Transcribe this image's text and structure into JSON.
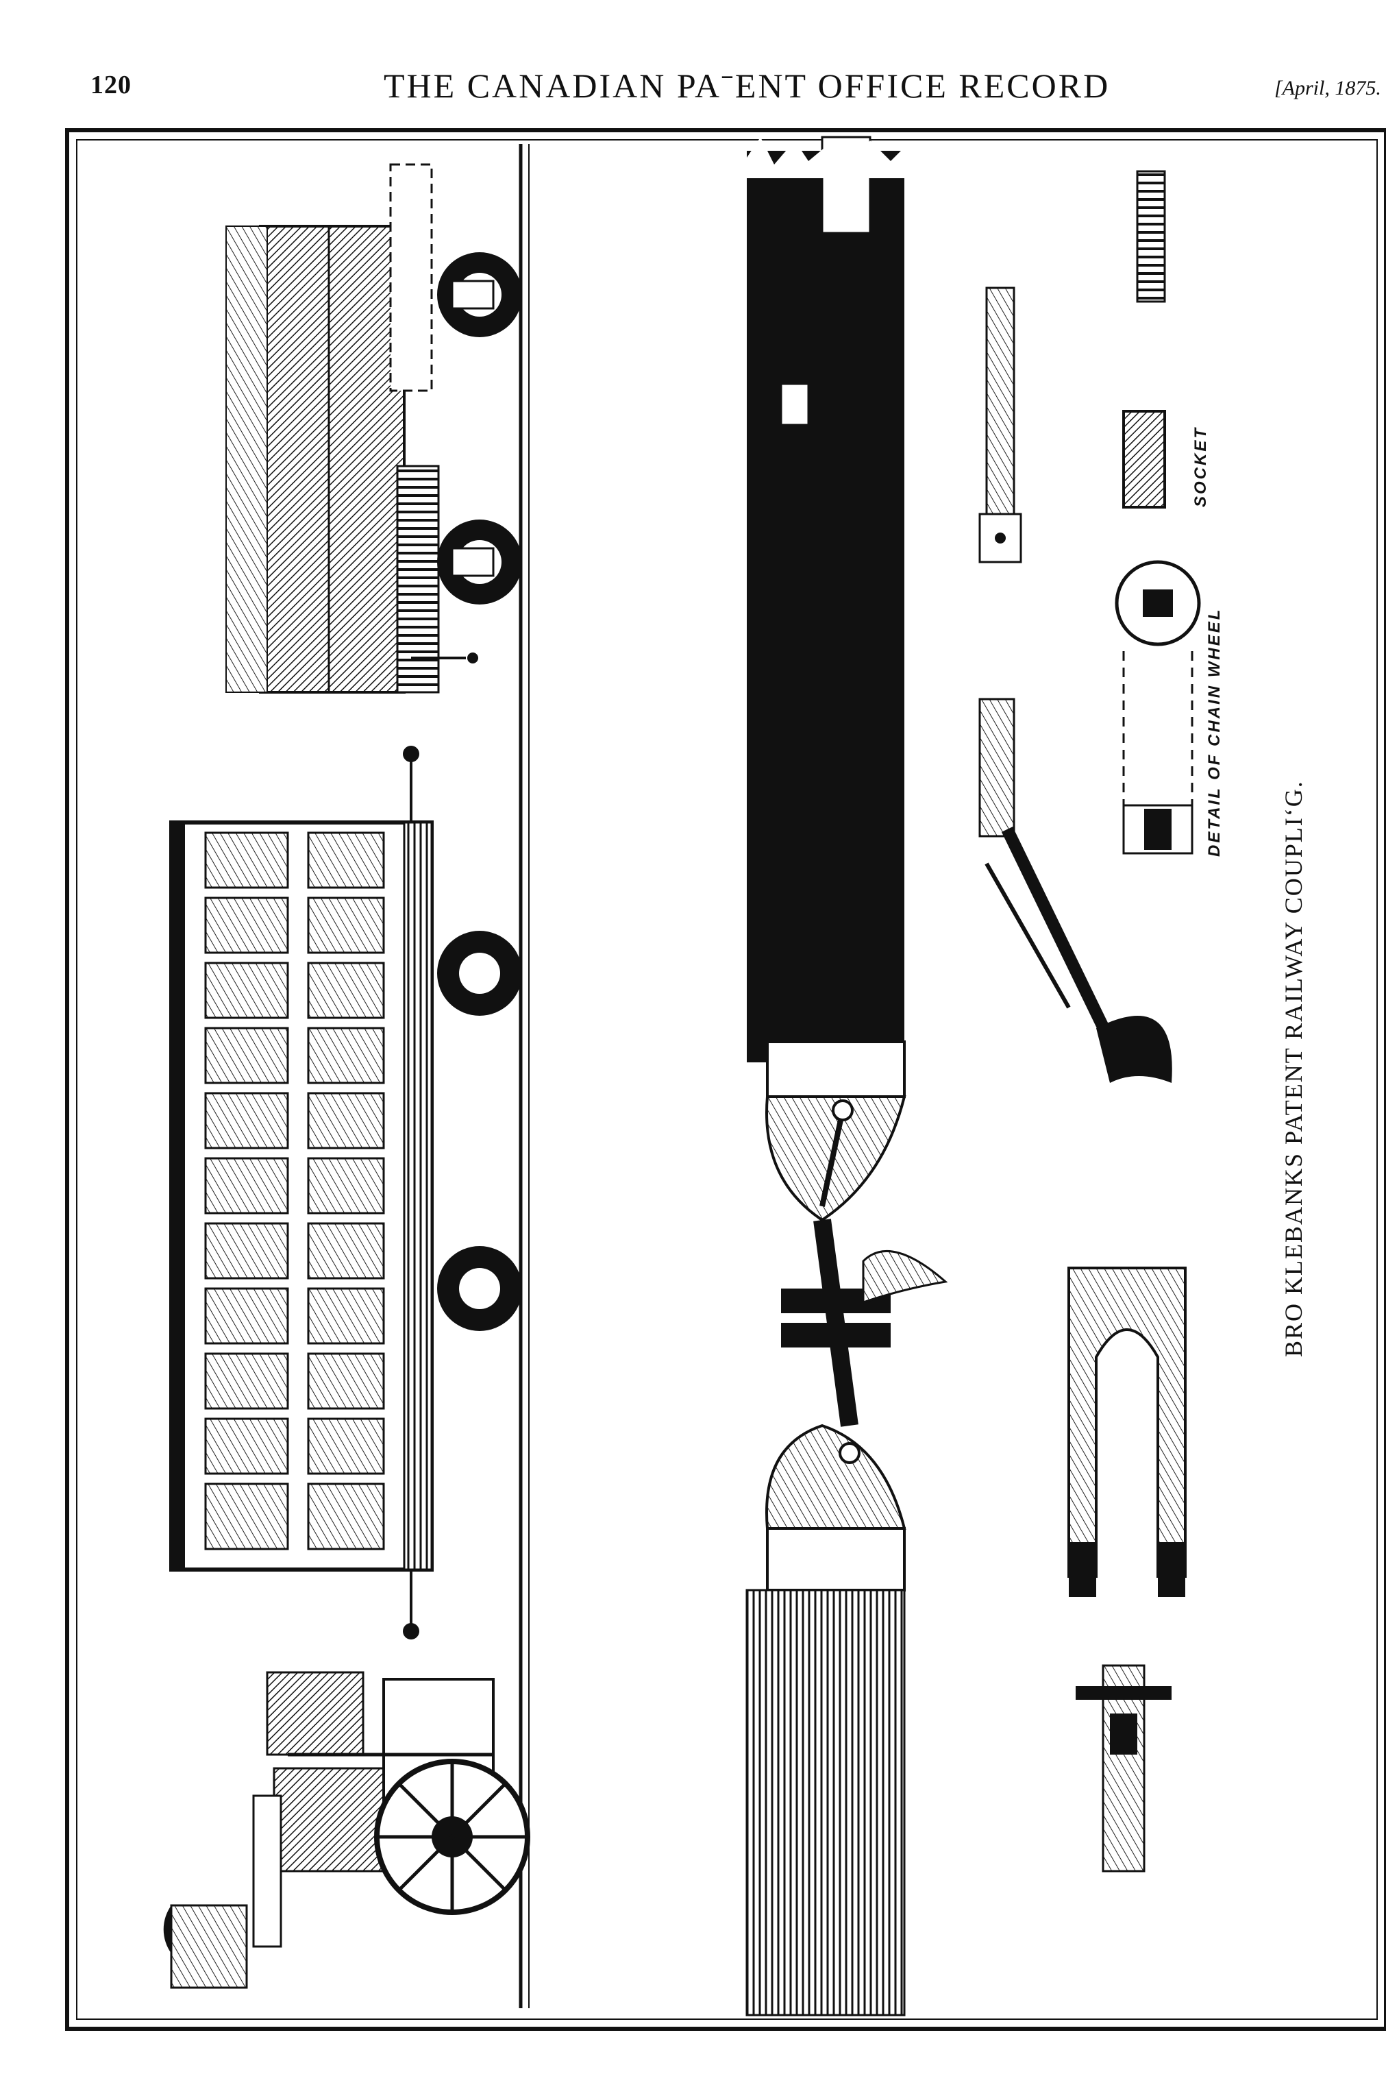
{
  "header": {
    "page_number": "120",
    "title": "THE CANADIAN PAˉENT OFFICE RECORD",
    "issue_date": "[April, 1875."
  },
  "plate": {
    "caption": "BRO KLEBANKS PATENT RAILWAY COUPLIʻG.",
    "labels": {
      "socket": "SOCKET",
      "chain_wheel_detail": "DETAIL OF CHAIN WHEEL"
    }
  }
}
